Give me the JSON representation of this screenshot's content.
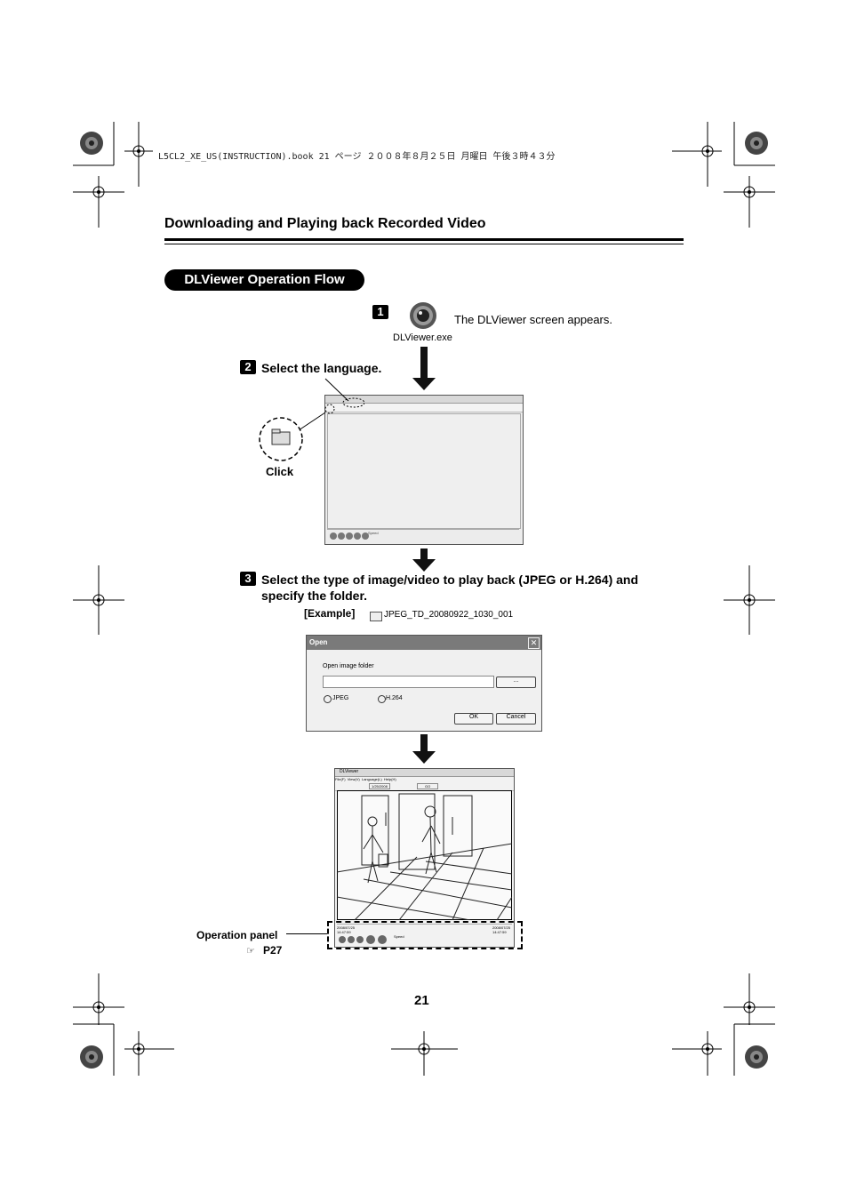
{
  "print_header": "L5CL2_XE_US(INSTRUCTION).book  21 ページ  ２００８年８月２５日  月曜日  午後３時４３分",
  "section_title": "Downloading and Playing back Recorded Video",
  "flow_title": "DLViewer Operation Flow",
  "step1": {
    "number": "1",
    "icon_label": "DLViewer.exe",
    "caption": "The DLViewer screen appears."
  },
  "step2": {
    "number": "2",
    "text": "Select the language.",
    "click_label": "Click",
    "status_text": "Speed"
  },
  "step3": {
    "number": "3",
    "text_line1": "Select the type of image/video to play back (JPEG or H.264) and",
    "text_line2": "specify the folder.",
    "example_label": "[Example]",
    "example_folder": "JPEG_TD_20080922_1030_001"
  },
  "open_dialog": {
    "title": "Open",
    "folder_label": "Open image folder",
    "browse_label": "...",
    "radio_jpeg": "JPEG",
    "radio_h264": "H.264",
    "ok_label": "OK",
    "cancel_label": "Cancel"
  },
  "viewer": {
    "title": "DLViewer",
    "menu": [
      "File(F)",
      "View(V)",
      "Language(L)",
      "Help(H)"
    ],
    "toolbar_date": "1/25/2008",
    "go_label": "GO",
    "timestamp_left": "2008/07/25\n14:47:59",
    "timestamp_right": "2008/07/25\n14:47:59",
    "speed_label": "Speed"
  },
  "operation_panel": {
    "label": "Operation panel",
    "ref": "P27"
  },
  "page_number": "21"
}
